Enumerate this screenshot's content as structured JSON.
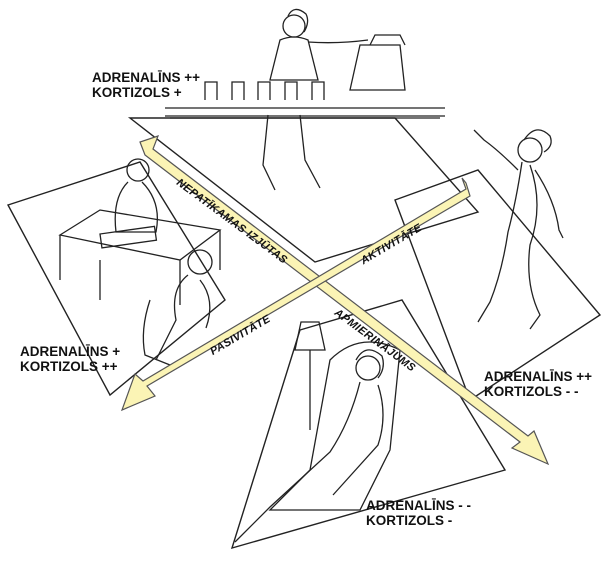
{
  "axes": {
    "negative_feelings": "NEPATĪKAMAS IZJŪTAS",
    "activity": "AKTIVITĀTE",
    "passivity": "PASIVITĀTE",
    "satisfaction": "APMIERINĀJUMS"
  },
  "quadrants": {
    "top": {
      "adrenaline": "ADRENALĪNS ++",
      "cortisol": "KORTIZOLS +"
    },
    "left": {
      "adrenaline": "ADRENALĪNS +",
      "cortisol": "KORTIZOLS ++"
    },
    "right": {
      "adrenaline": "ADRENALĪNS ++",
      "cortisol": "KORTIZOLS - -"
    },
    "bottom": {
      "adrenaline": "ADRENALĪNS - -",
      "cortisol": "KORTIZOLS -"
    }
  },
  "figures": {
    "top": "worker-at-assembly-line",
    "left": "boss-scolding-employee-at-desk",
    "right": "dancing-woman",
    "bottom": "woman-relaxing-in-armchair"
  },
  "colors": {
    "arrow_fill": "#fbf4b5",
    "arrow_stroke": "#555555",
    "platform_stroke": "#222222",
    "text": "#111111"
  }
}
